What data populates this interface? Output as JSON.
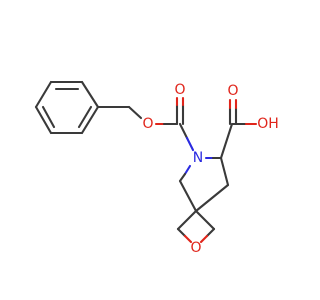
{
  "atoms": {
    "ester_oxygen": "O",
    "carbonyl_oxygen_cbz": "O",
    "amine_nitrogen": "N",
    "acid_carbonyl_oxygen": "O",
    "acid_hydroxyl": "OH",
    "oxetane_oxygen": "O"
  },
  "colors": {
    "bond": "#3a3a3a",
    "oxygen": "#e0251b",
    "nitrogen": "#2a2ae0",
    "background": "#ffffff"
  }
}
